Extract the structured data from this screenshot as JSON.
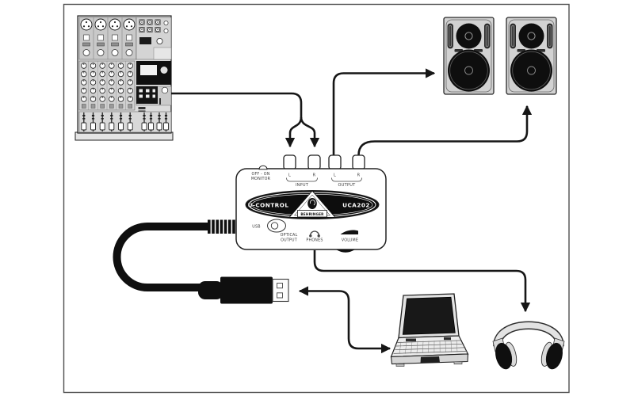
{
  "interface": {
    "monitor_switch_line1": "OFF - ON",
    "monitor_switch_line2": "MONITOR",
    "input": {
      "l": "L",
      "r": "R",
      "label": "INPUT"
    },
    "output": {
      "l": "L",
      "r": "R",
      "label": "OUTPUT"
    },
    "brand": "U-CONTROL",
    "model": "UCA202",
    "logo_text": "BEHRINGER",
    "usb_label": "USB",
    "optical_line1": "OPTICAL",
    "optical_line2": "OUTPUT",
    "phones_label": "PHONES",
    "volume_label": "VOLUME"
  },
  "devices": [
    "analog-mixer",
    "uca202-usb-audio-interface",
    "studio-monitor-left",
    "studio-monitor-right",
    "laptop-computer",
    "headphones",
    "usb-cable-plug"
  ],
  "connections": [
    {
      "from": "mixer-main-out",
      "to": "uca202-input-l-r",
      "style": "line-split-into-two-down-arrows"
    },
    {
      "from": "uca202-output-l",
      "to": "studio-monitor-left",
      "style": "arrow-right"
    },
    {
      "from": "uca202-output-r",
      "to": "studio-monitor-right",
      "style": "arrow-up"
    },
    {
      "from": "uca202-phones-jack",
      "to": "headphones",
      "style": "arrow-down"
    },
    {
      "from": "usb-plug",
      "to": "laptop-usb-port",
      "style": "double-headed-arrow"
    }
  ],
  "colors": {
    "background": "#ffffff",
    "frame_border": "#4f4f4f",
    "line_art": "#161616",
    "panel_gray": "#d8d8d8",
    "black_fill": "#111111"
  }
}
